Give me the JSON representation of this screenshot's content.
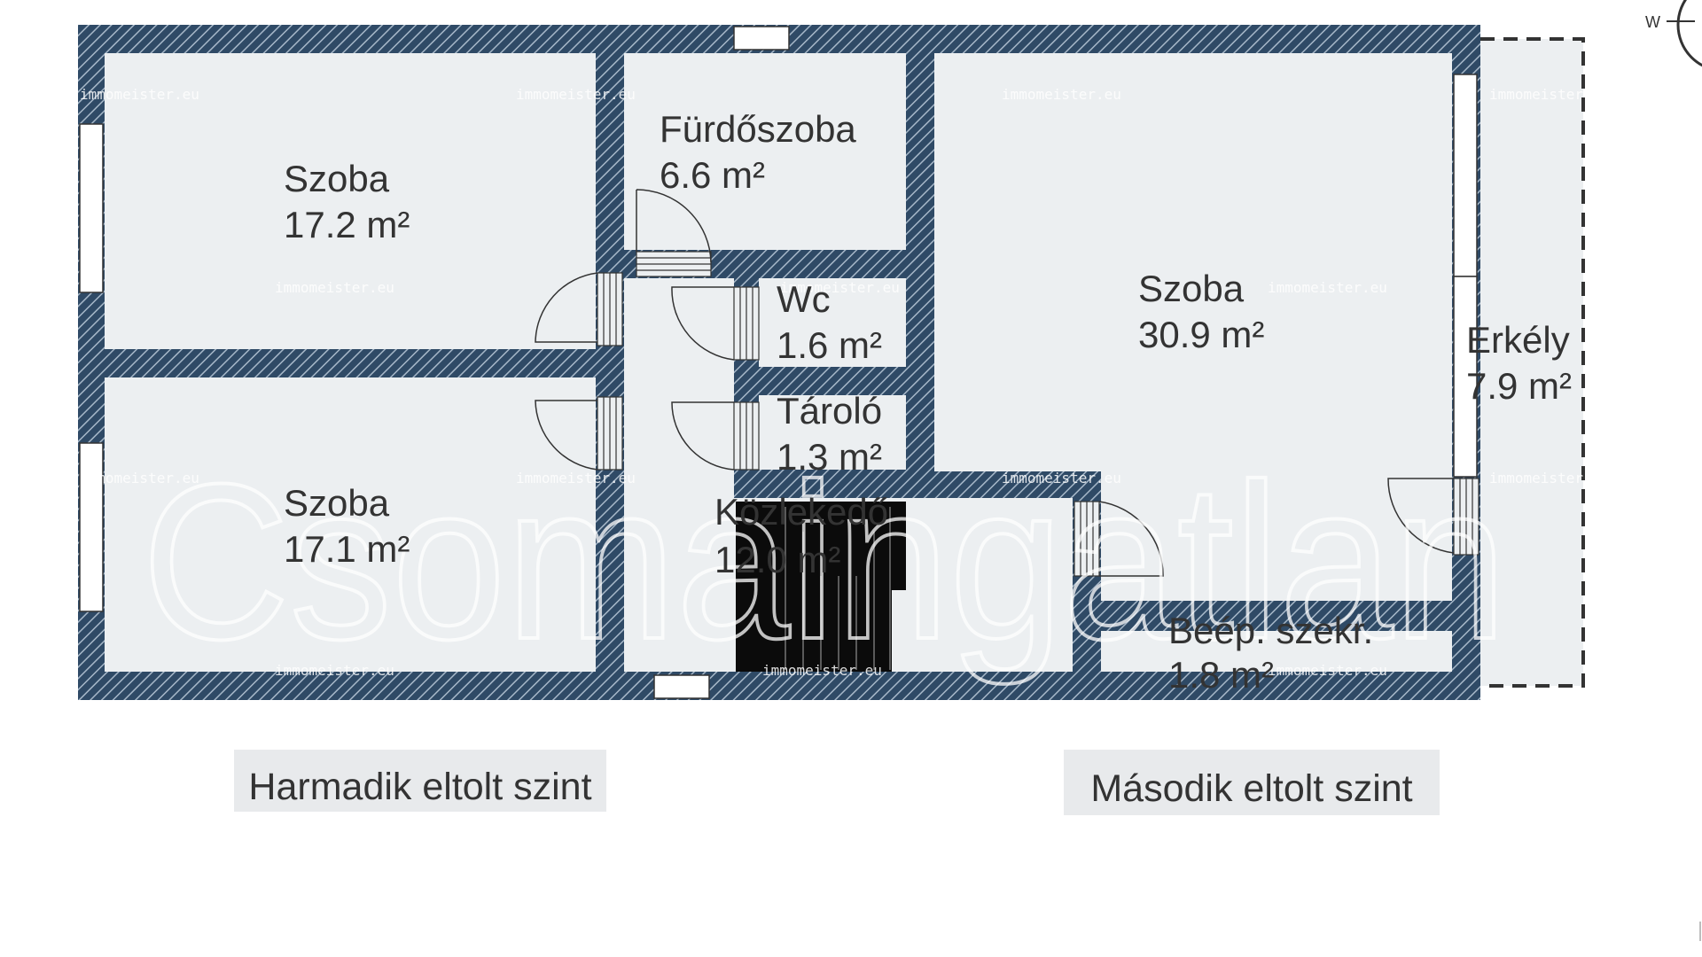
{
  "rooms": {
    "room_left_top": {
      "name": "Szoba",
      "area": "17.2 m²"
    },
    "room_left_bottom": {
      "name": "Szoba",
      "area": "17.1 m²"
    },
    "bathroom": {
      "name": "Fürdőszoba",
      "area": "6.6 m²"
    },
    "wc": {
      "name": "Wc",
      "area": "1.6 m²"
    },
    "storage": {
      "name": "Tároló",
      "area": "1.3 m²"
    },
    "corridor": {
      "name": "Közlekedő",
      "area": "12.0 m²"
    },
    "room_right": {
      "name": "Szoba",
      "area": "30.9 m²"
    },
    "balcony": {
      "name": "Erkély",
      "area": "7.9 m²"
    },
    "built_in": {
      "name": "Beép. szekr.",
      "area": "1.8 m²"
    }
  },
  "levels": {
    "left": "Harmadik eltolt szint",
    "right": "Második eltolt szint"
  },
  "watermarks": {
    "small": "immomeister.eu",
    "big": "Csomaingatlan"
  },
  "compass": {
    "letter": "W"
  },
  "colors": {
    "wall": "#2f4a66",
    "wall_hatch": "#a7b8c9",
    "floor": "#eceff1",
    "text": "#333333",
    "label_bg": "#e8eaec",
    "stair": "#0b0b0b"
  }
}
